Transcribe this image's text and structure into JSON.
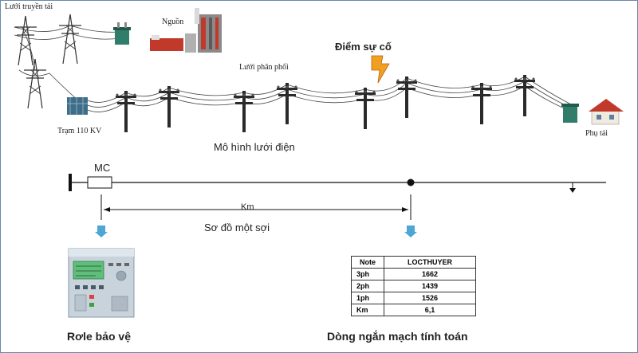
{
  "labels": {
    "transmission_grid": "Lưới truyền tải",
    "source": "Nguồn",
    "fault_point": "Điểm sự cố",
    "distribution_grid": "Lưới phân phối",
    "substation": "Trạm 110 KV",
    "load": "Phụ tải",
    "grid_model": "Mô hình lưới điện",
    "breaker": "MC",
    "distance": "Km",
    "single_line": "Sơ đồ một sợi",
    "relay": "Rơle bảo vệ",
    "short_circuit_calc": "Dòng ngắn mạch tính  toán"
  },
  "table": {
    "headers": [
      "Note",
      "LOCTHUYER"
    ],
    "rows": [
      {
        "key": "3ph",
        "value": "1662"
      },
      {
        "key": "2ph",
        "value": "1439"
      },
      {
        "key": "1ph",
        "value": "1526"
      },
      {
        "key": "Km",
        "value": "6,1"
      }
    ]
  },
  "colors": {
    "fault_bolt": "#f0a020",
    "arrow_blue": "#4da6d6",
    "relay_body": "#c8d3dc",
    "relay_screen": "#5fbf7a",
    "house_roof": "#c0392b",
    "transformer": "#2f7d6a"
  },
  "icons": [
    "transmission-tower-icon",
    "transformer-icon",
    "power-plant-icon",
    "lightning-icon",
    "utility-pole-icon",
    "house-icon",
    "protection-relay-icon"
  ]
}
